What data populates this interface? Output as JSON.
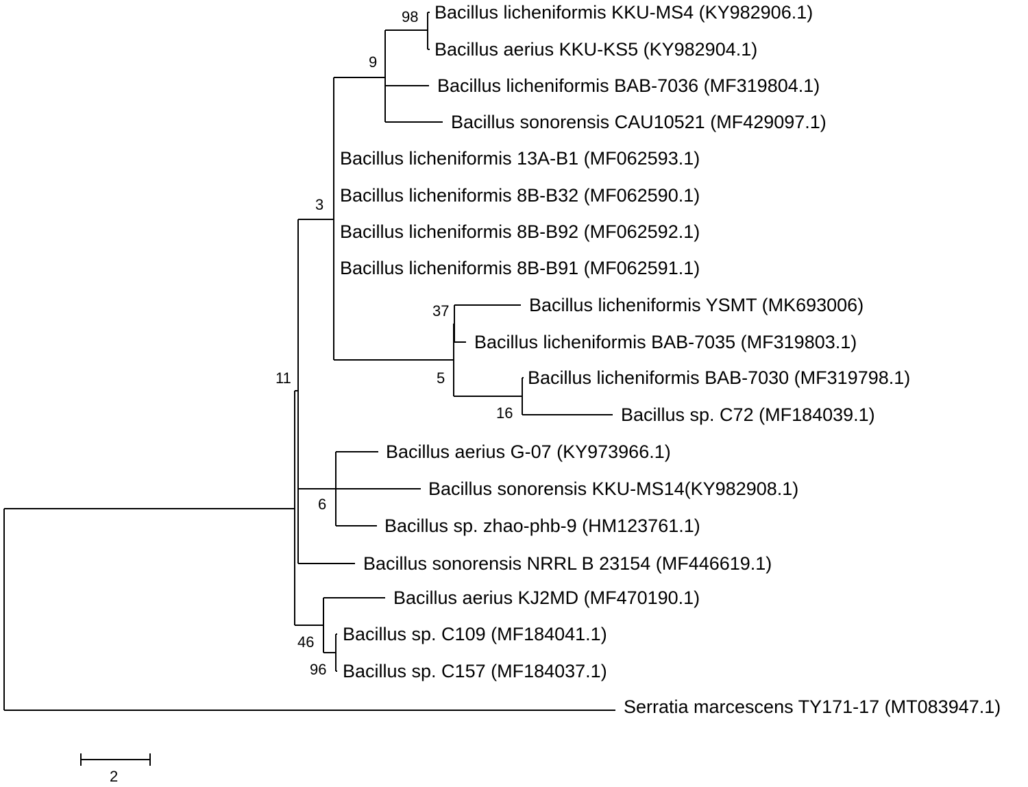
{
  "leaves": [
    "Bacillus licheniformis KKU-MS4 (KY982906.1)",
    "Bacillus aerius KKU-KS5 (KY982904.1)",
    "Bacillus licheniformis BAB-7036 (MF319804.1)",
    "Bacillus sonorensis CAU10521 (MF429097.1)",
    "Bacillus licheniformis 13A-B1 (MF062593.1)",
    "Bacillus licheniformis 8B-B32 (MF062590.1)",
    "Bacillus licheniformis 8B-B92 (MF062592.1)",
    "Bacillus licheniformis 8B-B91 (MF062591.1)",
    "Bacillus licheniformis YSMT (MK693006)",
    "Bacillus licheniformis BAB-7035 (MF319803.1)",
    "Bacillus licheniformis BAB-7030 (MF319798.1)",
    "Bacillus sp. C72 (MF184039.1)",
    "Bacillus aerius G-07 (KY973966.1)",
    "Bacillus sonorensis KKU-MS14(KY982908.1)",
    "Bacillus sp. zhao-phb-9 (HM123761.1)",
    "Bacillus sonorensis NRRL B 23154 (MF446619.1)",
    "Bacillus aerius KJ2MD (MF470190.1)",
    "Bacillus sp. C109 (MF184041.1)",
    "Bacillus sp. C157 (MF184037.1)",
    "Serratia marcescens TY171-17 (MT083947.1)"
  ],
  "support_values": {
    "ms4_ks5": "98",
    "ms4_group": "9",
    "licheniformis_group": "3",
    "ysmt_7035": "37",
    "ysmt_group": "5",
    "bab7030_c72": "16",
    "root_ingroup": "11",
    "aerius_g07_group": "6",
    "kj2md_group": "46",
    "c109_c157": "96"
  },
  "scale_bar": {
    "label": "2"
  }
}
